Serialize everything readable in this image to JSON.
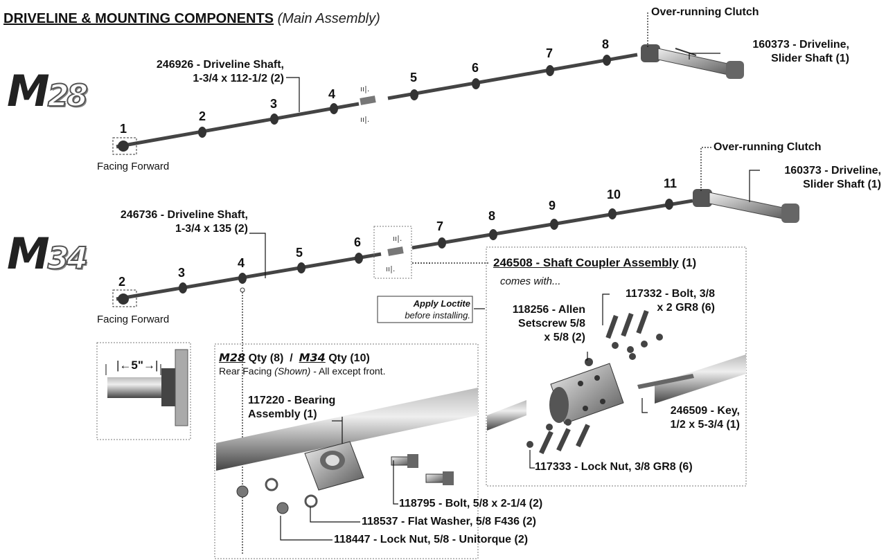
{
  "title": {
    "main": "DRIVELINE & MOUNTING COMPONENTS",
    "sub": "(Main Assembly)"
  },
  "m28": {
    "logo_m": "M",
    "logo_num": "28",
    "shaft_label_line1": "246926 - Driveline Shaft,",
    "shaft_label_line2": "1-3/4 x 112-1/2 (2)",
    "clutch_label": "Over-running Clutch",
    "slider_line1": "160373 - Driveline,",
    "slider_line2": "Slider Shaft (1)",
    "facing": "Facing Forward",
    "positions": [
      "1",
      "2",
      "3",
      "4",
      "5",
      "6",
      "7",
      "8"
    ]
  },
  "m34": {
    "logo_m": "M",
    "logo_num": "34",
    "shaft_label_line1": "246736 - Driveline Shaft,",
    "shaft_label_line2": "1-3/4 x 135 (2)",
    "clutch_label": "Over-running Clutch",
    "slider_line1": "160373 - Driveline,",
    "slider_line2": "Slider Shaft (1)",
    "facing": "Facing Forward",
    "positions": [
      "2",
      "3",
      "4",
      "5",
      "6",
      "7",
      "8",
      "9",
      "10",
      "11"
    ]
  },
  "spline": {
    "dimension": "5\""
  },
  "bearing_box": {
    "m28": "M28",
    "qty28": "Qty (8)",
    "slash": "/",
    "m34": "M34",
    "qty34": "Qty (10)",
    "note_a": "Rear Facing",
    "note_b": "(Shown)",
    "note_c": "- All except front.",
    "bearing_line1": "117220 - Bearing",
    "bearing_line2": "Assembly (1)",
    "bolt": "118795 - Bolt, 5/8 x 2-1/4 (2)",
    "washer": "118537 - Flat Washer, 5/8 F436 (2)",
    "locknut": "118447 - Lock Nut, 5/8 - Unitorque (2)"
  },
  "coupler_box": {
    "title": "246508 - Shaft Coupler Assembly",
    "qty": "(1)",
    "comes_with": "comes with...",
    "loctite_line1": "Apply Loctite",
    "loctite_line2": "before installing.",
    "setscrew_line1": "118256 - Allen",
    "setscrew_line2": "Setscrew 5/8",
    "setscrew_line3": "x 5/8 (2)",
    "bolt_line1": "117332 - Bolt, 3/8",
    "bolt_line2": "x 2 GR8 (6)",
    "key_line1": "246509 - Key,",
    "key_line2": "1/2 x 5-3/4 (1)",
    "locknut": "117333 - Lock Nut, 3/8 GR8 (6)"
  },
  "colors": {
    "shaft": "#555555",
    "metal_light": "#cfcfcf",
    "metal_dark": "#3a3a3a",
    "leader": "#111111",
    "dotted_box": "#777777"
  }
}
